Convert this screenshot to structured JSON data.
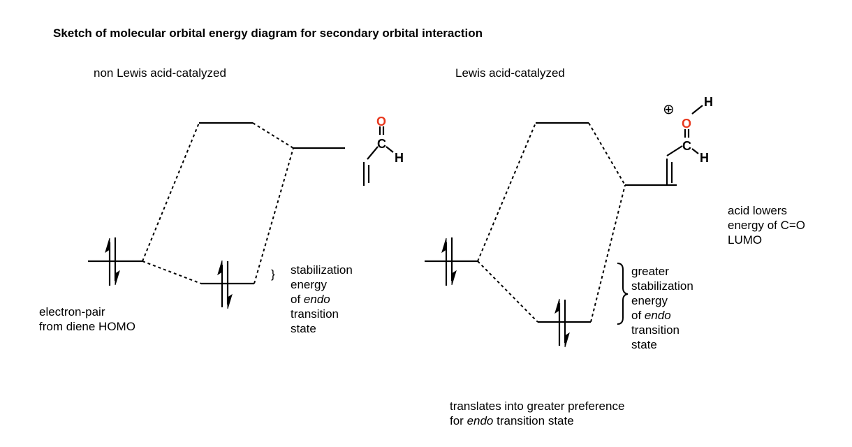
{
  "title": "Sketch of molecular orbital energy diagram for secondary orbital interaction",
  "left_panel": {
    "heading": "non Lewis acid-catalyzed",
    "homo_label": [
      "electron-pair",
      "from diene HOMO"
    ],
    "brace": "}",
    "stab_pre": [
      "stabilization",
      "energy"
    ],
    "stab_of": "of ",
    "stab_endo": "endo",
    "stab_post": [
      "transition",
      "state"
    ],
    "molecule": {
      "oxygen": "O",
      "carbon": "C",
      "hydrogen": "H"
    }
  },
  "right_panel": {
    "heading": "Lewis acid-catalyzed",
    "acid_note": [
      "acid lowers",
      "energy of C=O",
      "LUMO"
    ],
    "stab_pre": [
      "greater",
      "stabilization",
      "energy"
    ],
    "stab_of": "of ",
    "stab_endo": "endo",
    "stab_post": [
      "transition",
      "state"
    ],
    "molecule": {
      "oxygen": "O",
      "carbon": "C",
      "hydrogen_top": "H",
      "hydrogen_side": "H",
      "charge": "⊕"
    },
    "footer_1": "translates into greater preference",
    "footer_2_pre": "for ",
    "footer_2_endo": "endo",
    "footer_2_post": " transition state"
  },
  "colors": {
    "oxygen": "#e8381e",
    "lines": "#000000"
  }
}
